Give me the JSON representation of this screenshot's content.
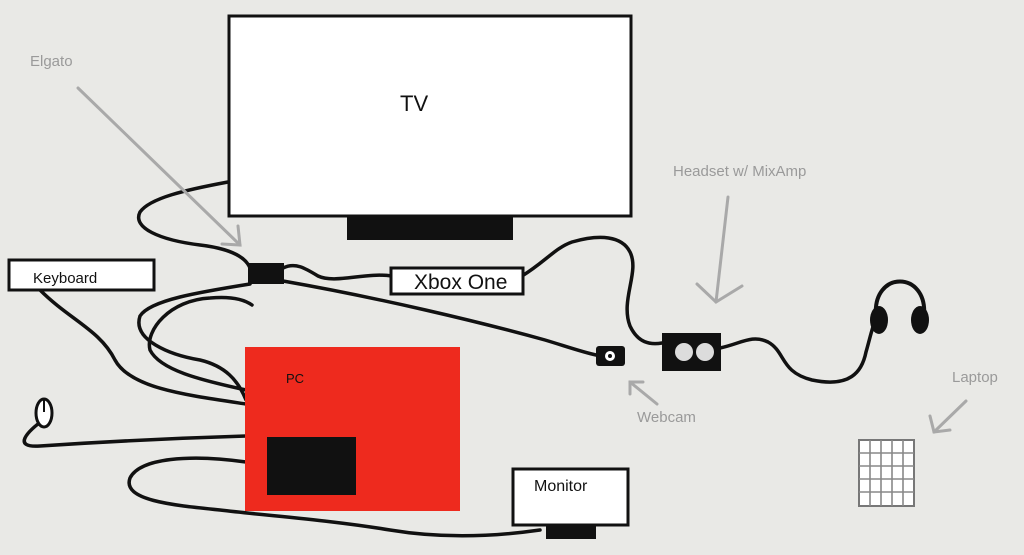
{
  "labels": {
    "tv": "TV",
    "elgato": "Elgato",
    "keyboard": "Keyboard",
    "xbox_one": "Xbox One",
    "headset": "Headset w/ MixAmp",
    "pc": "PC",
    "webcam": "Webcam",
    "laptop": "Laptop",
    "monitor": "Monitor"
  },
  "colors": {
    "background": "#e9e9e6",
    "outline": "#111111",
    "pc_fill": "#ee2a1e",
    "arrow": "#a9a9a9",
    "gray_label": "#9a9a9a"
  }
}
